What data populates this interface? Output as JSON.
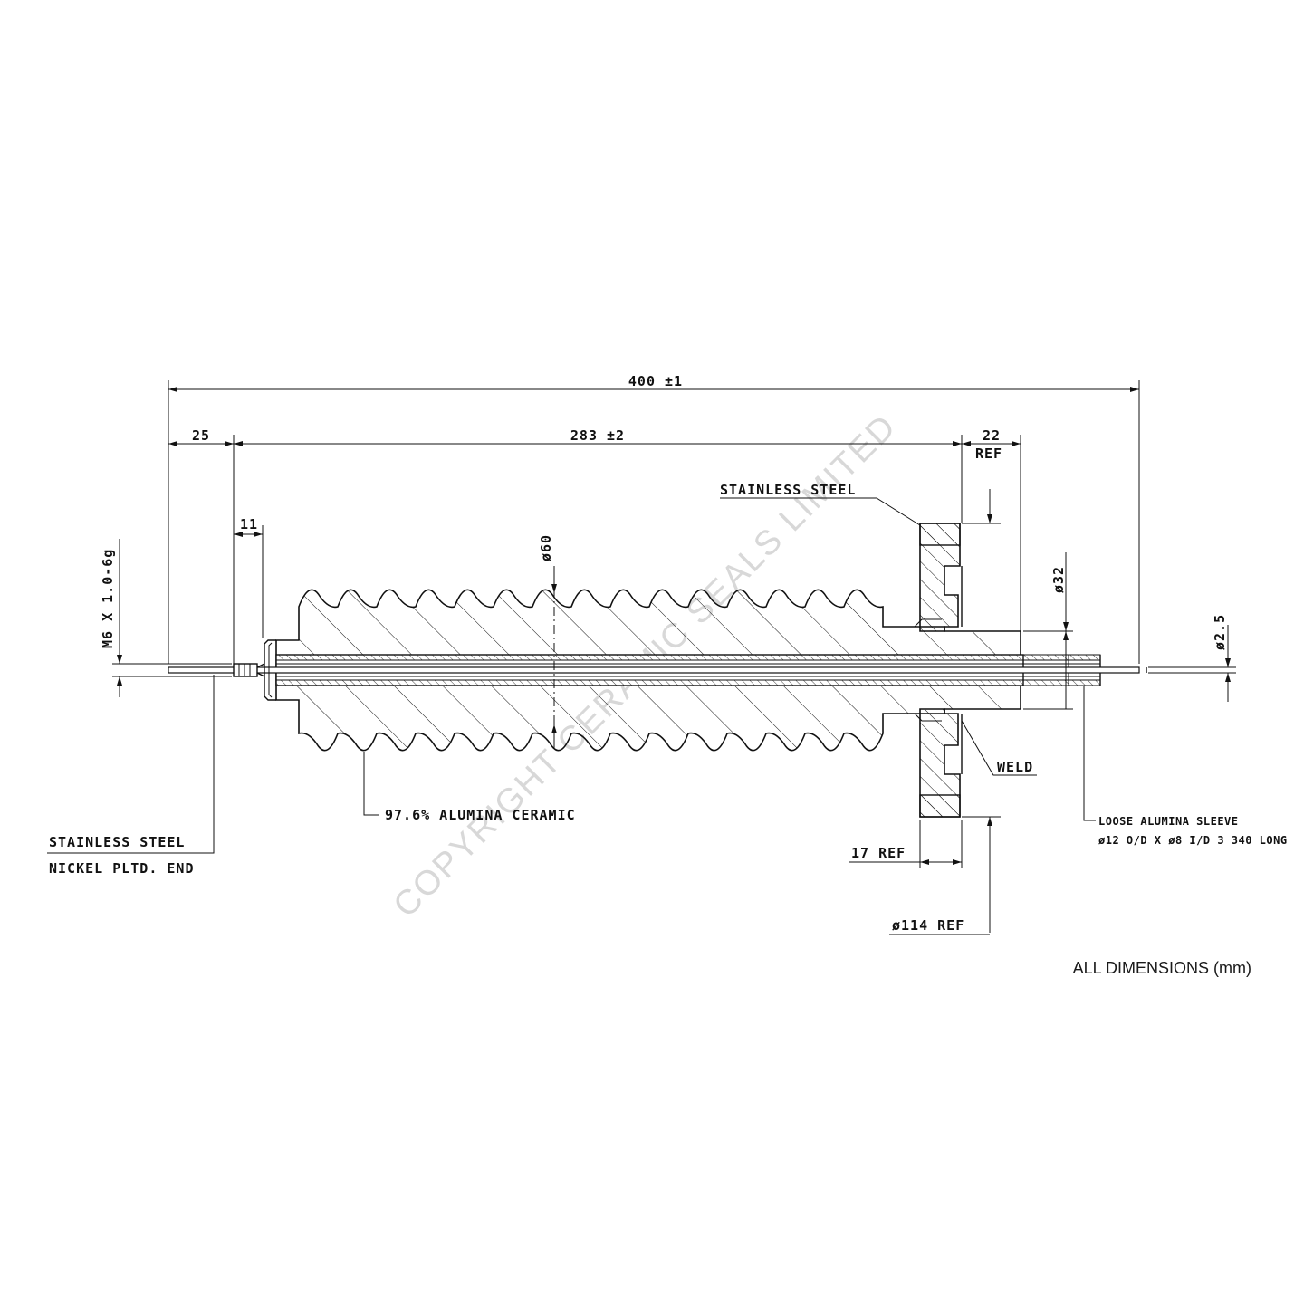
{
  "dimensions": {
    "overall": "400 ±1",
    "left_end": "25",
    "body": "283 ±2",
    "flange_ref_a": "22",
    "flange_ref_b": "REF",
    "thread_len": "11",
    "thread": "M6 X 1.0-6g",
    "body_dia": "ø60",
    "bore_dia": "ø32",
    "rod_dia": "ø2.5",
    "flange_thk": "17 REF",
    "flange_dia": "ø114 REF"
  },
  "callouts": {
    "flange_material": "STAINLESS STEEL",
    "end_material_1": "STAINLESS STEEL",
    "end_material_2": "NICKEL PLTD. END",
    "ceramic": "97.6% ALUMINA CERAMIC",
    "weld": "WELD",
    "sleeve_1": "LOOSE ALUMINA SLEEVE",
    "sleeve_2": "ø12 O/D X ø8 I/D 3 340 LONG"
  },
  "watermark": "COPYRIGHT CERAMIC SEALS LIMITED",
  "footer": "ALL DIMENSIONS (mm)"
}
